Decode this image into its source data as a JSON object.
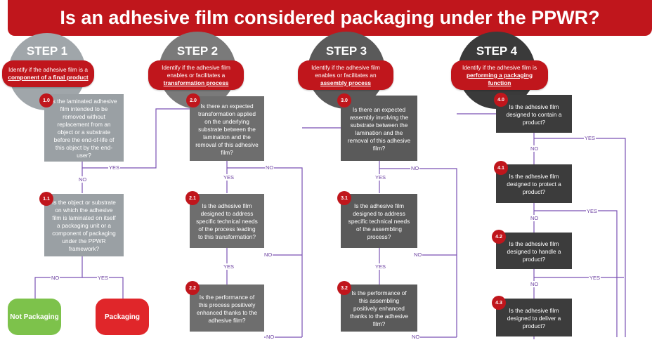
{
  "title": "Is an adhesive film considered packaging under the PPWR?",
  "colors": {
    "red": "#c0161c",
    "green": "#7dc24b",
    "line": "#7a52b3",
    "s1": "#a0a6aa",
    "s2": "#7a7a7a",
    "s3": "#5a5a5a",
    "s4": "#3a3a3a"
  },
  "steps": [
    {
      "label": "STEP 1",
      "desc_pre": "Identify if the adhesive film is a",
      "desc_em": "component of a final product"
    },
    {
      "label": "STEP 2",
      "desc_pre": "Identify if the adhesive film enables or facilitates a",
      "desc_em": "transformation process"
    },
    {
      "label": "STEP 3",
      "desc_pre": "Identify if the adhesive film enables or facilitates an",
      "desc_em": "assembly process"
    },
    {
      "label": "STEP 4",
      "desc_pre": "Identify if the adhesive film is",
      "desc_em": "performing a packaging function"
    }
  ],
  "questions": {
    "q10": {
      "num": "1.0",
      "text": "Is the laminated adhesive film intended to be removed without replacement from an object or a substrate before the end-of-life of this object by the end-user?"
    },
    "q11": {
      "num": "1.1",
      "text": "Is the object or substrate on which the adhesive film is laminated on itself a packaging unit or a component of packaging under the PPWR framework?"
    },
    "q20": {
      "num": "2.0",
      "text": "Is there an expected transformation applied on the underlying substrate between the lamination and the removal of this adhesive film?"
    },
    "q21": {
      "num": "2.1",
      "text": "Is the adhesive film designed to address specific technical needs of the process leading to this transformation?"
    },
    "q22": {
      "num": "2.2",
      "text": "Is the performance of this process positively enhanced thanks to the adhesive film?"
    },
    "q30": {
      "num": "3.0",
      "text": "Is there an expected assembly involving the substrate between the lamination and the removal of this adhesive film?"
    },
    "q31": {
      "num": "3.1",
      "text": "Is the adhesive film designed to address specific technical needs of the assembling process?"
    },
    "q32": {
      "num": "3.2",
      "text": "Is the performance of this assembling positively enhanced thanks to the adhesive film?"
    },
    "q40": {
      "num": "4.0",
      "text": "Is the adhesive film designed to contain a product?"
    },
    "q41": {
      "num": "4.1",
      "text": "Is the adhesive film designed to protect a product?"
    },
    "q42": {
      "num": "4.2",
      "text": "Is the adhesive film designed to handle a product?"
    },
    "q43": {
      "num": "4.3",
      "text": "Is the adhesive film designed to deliver a product?"
    }
  },
  "edge_labels": {
    "yes": "YES",
    "no": "NO"
  },
  "results": {
    "not_packaging": "Not Packaging",
    "packaging": "Packaging"
  }
}
